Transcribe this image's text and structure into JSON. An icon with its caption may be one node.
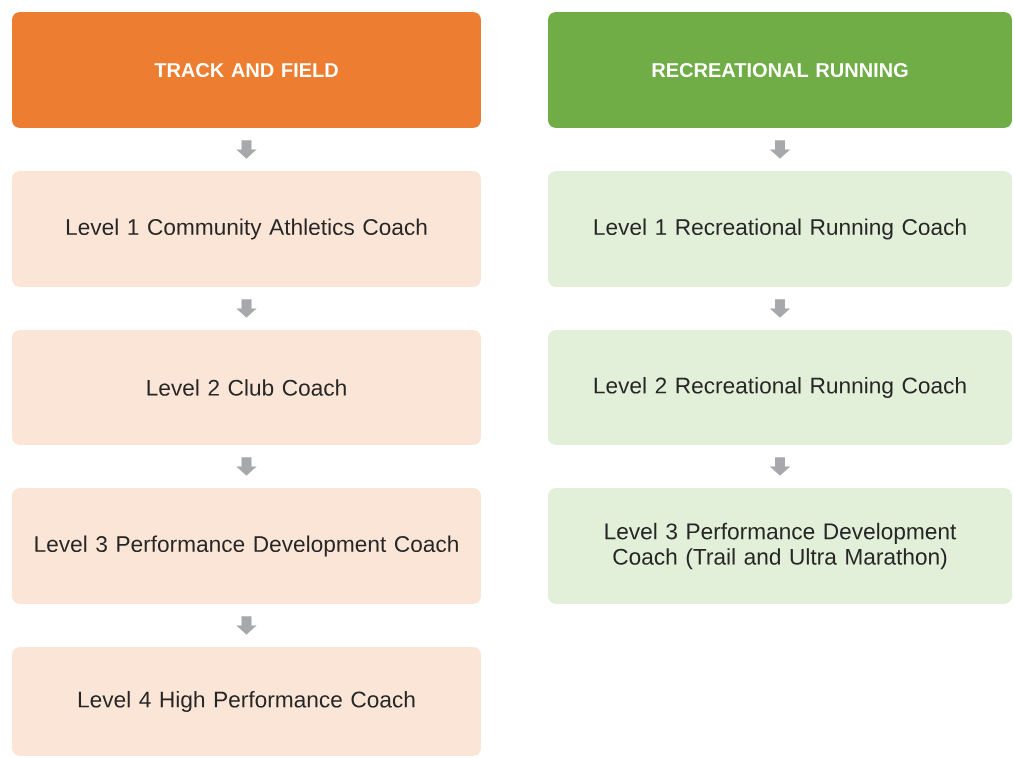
{
  "diagram": {
    "nodes": [
      {
        "text": [
          "TRACK AND FIELD"
        ]
      },
      {
        "text": [
          "Level 1 Community Athletics Coach"
        ]
      },
      {
        "text": [
          "Level 2 Club Coach"
        ]
      },
      {
        "text": [
          "Level 3 Performance Development Coach"
        ]
      },
      {
        "text": [
          "Level 4 High Performance Coach"
        ]
      },
      {
        "text": [
          "RECREATIONAL RUNNING"
        ]
      },
      {
        "text": [
          "Level 1 Recreational Running Coach"
        ]
      },
      {
        "text": [
          "Level 2 Recreational Running Coach"
        ]
      },
      {
        "text": [
          "Level 3 Performance Development Coach (Trail and Ultra Marathon)"
        ]
      }
    ],
    "edges": [
      {
        "from": 0,
        "to": 1,
        "arrow": "to"
      },
      {
        "from": 1,
        "to": 2,
        "arrow": "to"
      },
      {
        "from": 2,
        "to": 3,
        "arrow": "to"
      },
      {
        "from": 3,
        "to": 4,
        "arrow": "to"
      },
      {
        "from": 5,
        "to": 6,
        "arrow": "to"
      },
      {
        "from": 6,
        "to": 7,
        "arrow": "to"
      },
      {
        "from": 7,
        "to": 8,
        "arrow": "to"
      }
    ]
  }
}
